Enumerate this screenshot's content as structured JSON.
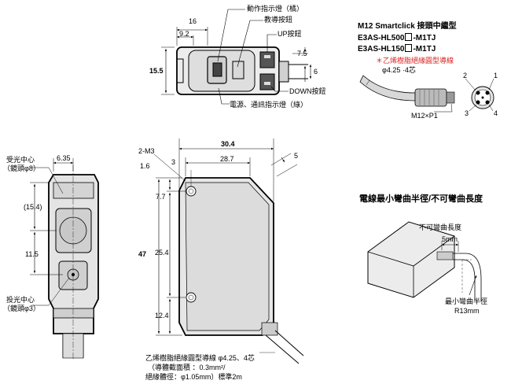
{
  "top_view": {
    "dim_16": "16",
    "dim_9_2": "9.2",
    "dim_15_5": "15.5",
    "dim_7_5": "7.5",
    "dim_6": "6",
    "label_operation_led": "動作指示燈（橘）",
    "label_teach_button": "教導按鈕",
    "label_up_button": "UP按鈕",
    "label_down_button": "DOWN按鈕",
    "label_power_led": "電源、通訊指示燈（綠）"
  },
  "front_view": {
    "dim_6_35": "6.35",
    "label_receiver_center": "受光中心",
    "label_receiver_lens": "（鏡頭φ8）",
    "dim_15_4": "(15.4)",
    "dim_11_5": "11.5",
    "label_emitter_center": "投光中心",
    "label_emitter_lens": "（鏡頭φ3）"
  },
  "side_view": {
    "dim_30_4": "30.4",
    "dim_28_7": "28.7",
    "label_2_m3": "2-M3",
    "dim_1_6": "1.6",
    "dim_3": "3",
    "dim_5": "5",
    "dim_7_7": "7.7",
    "dim_47": "47",
    "dim_25_4": "25.4",
    "dim_12_4": "12.4",
    "cable_note_1": "乙烯樹脂絕緣圓型導線 φ4.25、4芯",
    "cable_note_2": "（導體截面積 ：0.3mm²/",
    "cable_note_3": "絕緣體徑：φ1.05mm）標準2m"
  },
  "connector": {
    "title": "M12 Smartclick 接頭中繼型",
    "model_1_pre": "E3AS-HL500",
    "model_1_post": "-M1TJ",
    "model_2_pre": "E3AS-HL150",
    "model_2_post": "-M1TJ",
    "note_line_1": "＊乙烯樹脂絕緣圓型導線",
    "note_line_2": "φ4.25 ·4芯",
    "thread_label": "M12×P1",
    "pin_1": "1",
    "pin_2": "2",
    "pin_3": "3",
    "pin_4": "4"
  },
  "bend": {
    "title": "電線最小彎曲半徑/不可彎曲長度",
    "label_no_bend_length": "不可彎曲長度",
    "dim_5mm": "5mm",
    "label_min_radius": "最小彎曲半徑",
    "dim_r13": "R13mm"
  }
}
